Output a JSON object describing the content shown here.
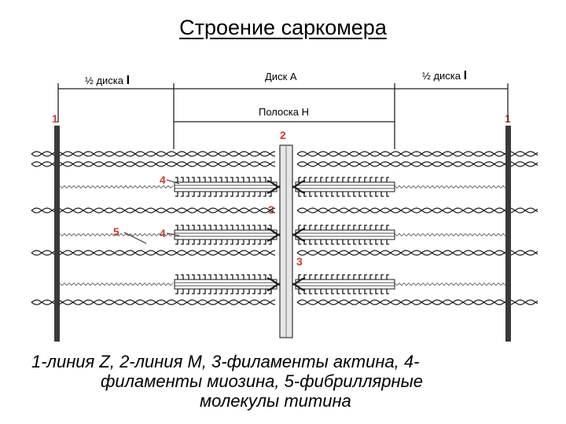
{
  "title": "Строение саркомера",
  "labels": {
    "half_disk_i_left": "½ диска",
    "half_disk_i_left_roman": "I",
    "disk_a": "Диск А",
    "half_disk_i_right": "½ диска",
    "half_disk_i_right_roman": "I",
    "band_h": "Полоска Н"
  },
  "markers": {
    "z_left": "1",
    "z_right": "1",
    "m_line": "2",
    "actin_1": "3",
    "actin_2": "3",
    "myosin_1": "4",
    "myosin_2": "4",
    "titin": "5"
  },
  "caption": {
    "line1": "1-линия Z, 2-линия M, 3-филаменты актина, 4-",
    "line2": "филаменты миозина, 5-фибриллярные",
    "line3": "молекулы титина"
  },
  "colors": {
    "marker": "#d03a2a",
    "ink": "#1a1a1a"
  }
}
